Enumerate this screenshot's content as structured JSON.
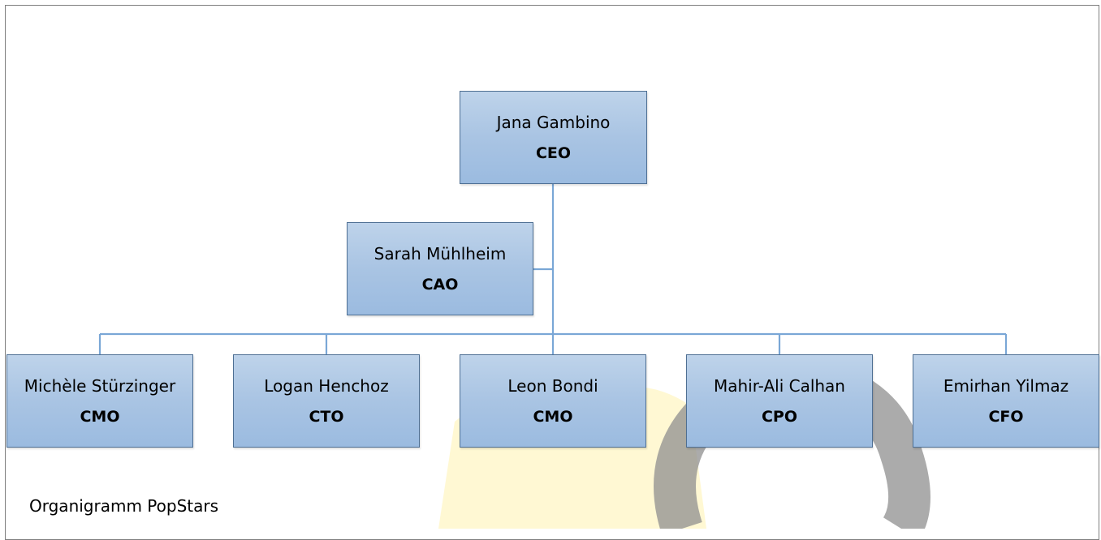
{
  "chart": {
    "root": {
      "name": "Jana Gambino",
      "role": "CEO"
    },
    "assistant": {
      "name": "Sarah Mühlheim",
      "role": "CAO"
    },
    "reports": [
      {
        "name": "Michèle Stürzinger",
        "role": "CMO"
      },
      {
        "name": "Logan Henchoz",
        "role": "CTO"
      },
      {
        "name": "Leon Bondi",
        "role": "CMO"
      },
      {
        "name": "Mahir-Ali Calhan",
        "role": "CPO"
      },
      {
        "name": "Emirhan Yilmaz",
        "role": "CFO"
      }
    ]
  },
  "caption": "Organigramm PopStars",
  "colors": {
    "box_fill": "#a9c4e3",
    "box_border": "#4e6f93",
    "connector": "#7aa7d6",
    "frame": "#7f7f7f"
  }
}
